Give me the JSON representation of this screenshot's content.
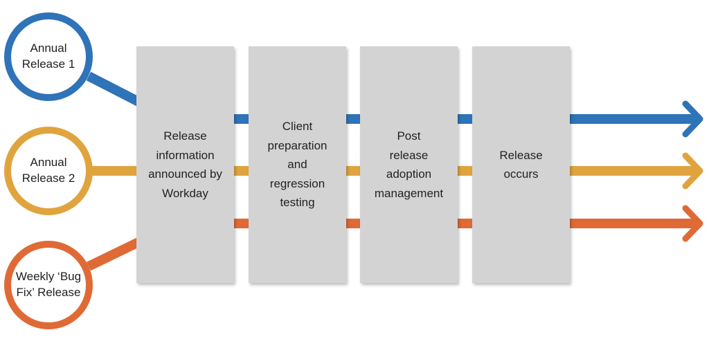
{
  "streams": [
    {
      "id": "annual-1",
      "label": "Annual\nRelease 1",
      "color": "#2f73b8"
    },
    {
      "id": "annual-2",
      "label": "Annual\nRelease 2",
      "color": "#e0a43f"
    },
    {
      "id": "weekly",
      "label": "Weekly ‘Bug\nFix’ Release",
      "color": "#df6a36"
    }
  ],
  "stages": [
    {
      "label": "Release\ninformation\nannounced by\nWorkday"
    },
    {
      "label": "Client\npreparation\nand\nregression\ntesting"
    },
    {
      "label": "Post\nrelease\nadoption\nmanagement"
    },
    {
      "label": "Release\noccurs"
    }
  ],
  "colors": {
    "box": "#d3d3d3"
  }
}
